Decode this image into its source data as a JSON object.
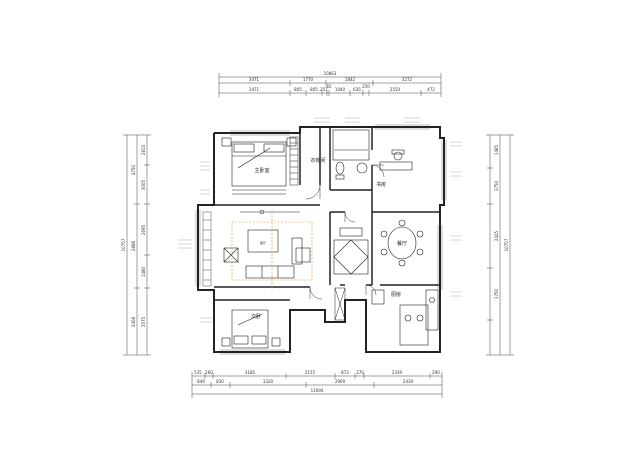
{
  "colors": {
    "wall": "#222222",
    "dim_line": "#444444",
    "accent": "#e08a2a",
    "bg": "#ffffff"
  },
  "dimensions": {
    "top_total": "10863",
    "top_row1": [
      "3471",
      "1770",
      "1842",
      "3272"
    ],
    "top_row2": [
      "3471",
      "805",
      "805",
      "257",
      "65",
      "1040",
      "635",
      "250",
      "2550",
      "472"
    ],
    "bottom_row1": [
      "535",
      "260",
      "3185",
      "2155",
      "873",
      "370",
      "2339",
      "290"
    ],
    "bottom_row2": [
      "849",
      "830",
      "3320",
      "2909",
      "2439"
    ],
    "bottom_total": "11094",
    "left_outer": "10757",
    "left_mid": [
      "4750",
      "2888",
      "3408"
    ],
    "left_inner": [
      "2815",
      "3005",
      "2695",
      "1480",
      "3575"
    ],
    "right_outer": "10757",
    "right_inner": [
      "1485",
      "3750",
      "2425",
      "1750"
    ]
  },
  "rooms": {
    "master_bedroom": "主卧室",
    "cloakroom": "衣帽间",
    "study": "书房",
    "dining": "餐厅",
    "kitchen": "厨房",
    "second_bedroom": "次卧",
    "living": "客厅"
  },
  "icons": [
    "floor-plan",
    "door-swing",
    "sofa",
    "bed",
    "dining-table",
    "toilet",
    "stove"
  ]
}
